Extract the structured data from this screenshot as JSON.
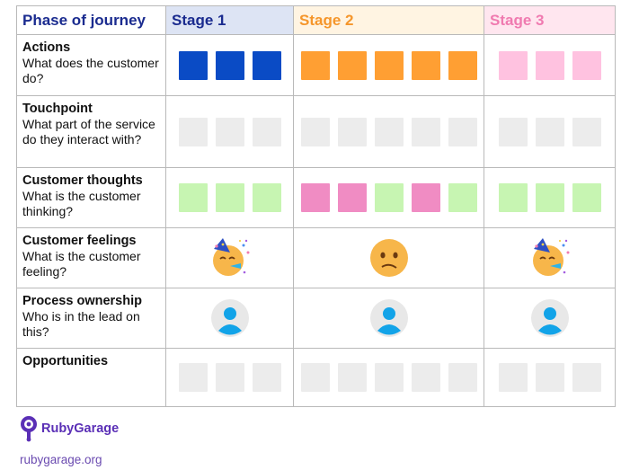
{
  "header": {
    "phase_label": "Phase of journey",
    "stages": [
      "Stage 1",
      "Stage 2",
      "Stage 3"
    ]
  },
  "rows": [
    {
      "title": "Actions",
      "desc": "What does the customer do?",
      "stages": [
        [
          "blue",
          "blue",
          "blue"
        ],
        [
          "orange",
          "orange",
          "orange",
          "orange",
          "orange"
        ],
        [
          "pink",
          "pink",
          "pink"
        ]
      ]
    },
    {
      "title": "Touchpoint",
      "desc": "What part of the service do they interact with?",
      "stages": [
        [
          "grey",
          "grey",
          "grey"
        ],
        [
          "grey",
          "grey",
          "grey",
          "grey",
          "grey"
        ],
        [
          "grey",
          "grey",
          "grey"
        ]
      ]
    },
    {
      "title": "Customer thoughts",
      "desc": "What is the customer thinking?",
      "stages": [
        [
          "green",
          "green",
          "green"
        ],
        [
          "magenta",
          "magenta",
          "green",
          "magenta",
          "green"
        ],
        [
          "green",
          "green",
          "green"
        ]
      ]
    },
    {
      "title": "Customer feelings",
      "desc": "What is the customer feeling?",
      "stages": [
        "party-face-icon",
        "confused-face-icon",
        "party-face-icon"
      ]
    },
    {
      "title": "Process ownership",
      "desc": "Who is in the lead on this?",
      "stages": [
        "user-avatar-icon",
        "user-avatar-icon",
        "user-avatar-icon"
      ]
    },
    {
      "title": "Opportunities",
      "desc": "",
      "stages": [
        [
          "grey",
          "grey",
          "grey"
        ],
        [
          "grey",
          "grey",
          "grey",
          "grey",
          "grey"
        ],
        [
          "grey",
          "grey",
          "grey"
        ]
      ]
    }
  ],
  "colors": {
    "blue": "#0a4bc5",
    "orange": "#ff9f33",
    "pink": "#ffc2e0",
    "grey": "#ececec",
    "green": "#c7f5b2",
    "magenta": "#f08cc3"
  },
  "footer": {
    "brand": "RubyGarage",
    "url": "rubygarage.org"
  }
}
